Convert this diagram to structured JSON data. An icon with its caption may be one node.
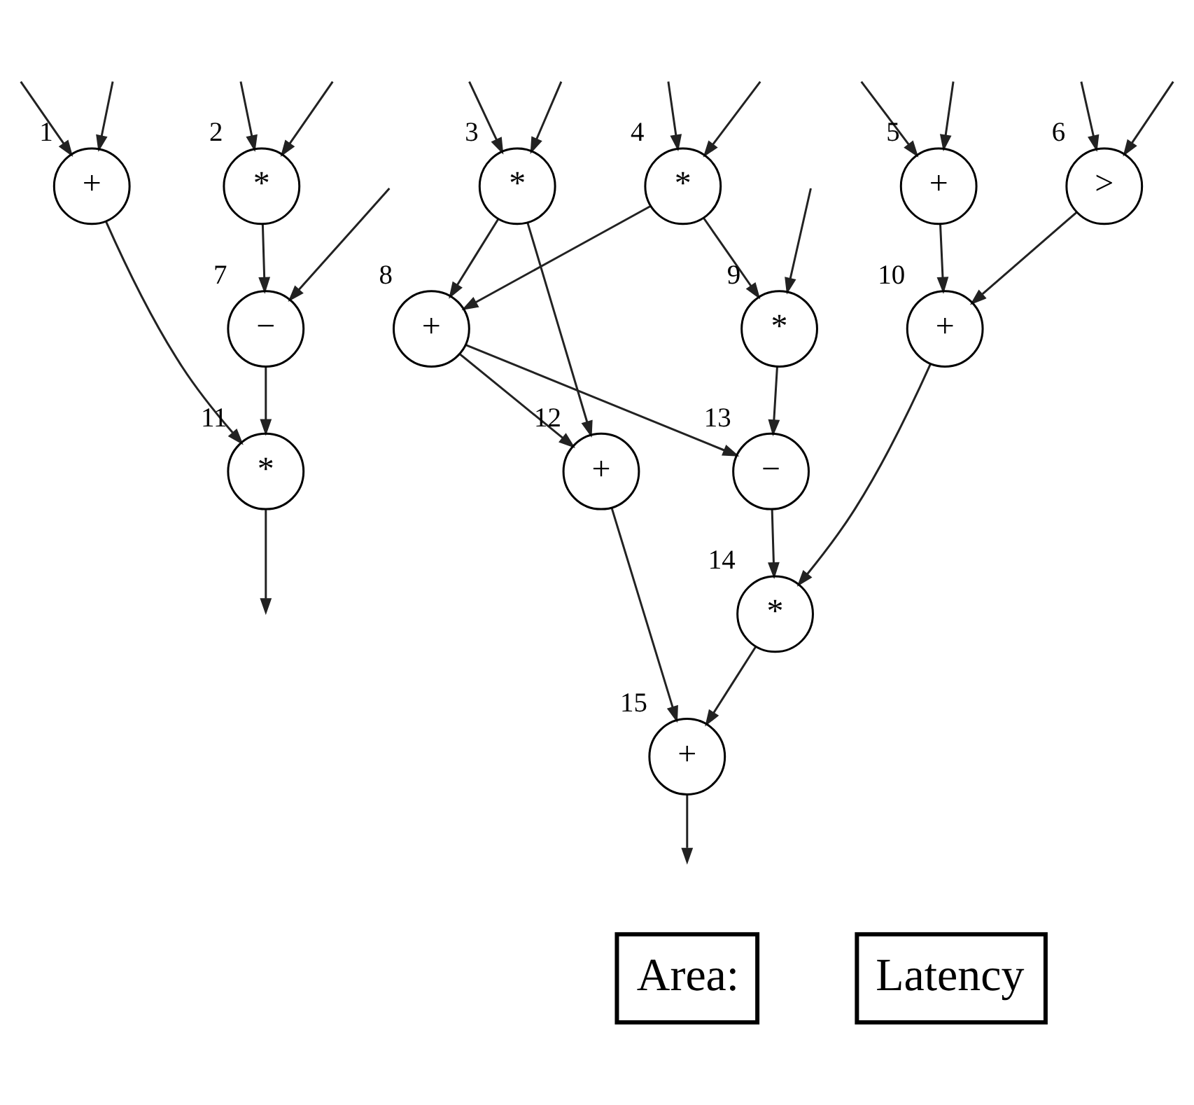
{
  "diagram": {
    "nodes": [
      {
        "text": [
          "+"
        ],
        "beside": [
          "1"
        ]
      },
      {
        "text": [
          "*"
        ],
        "beside": [
          "2"
        ]
      },
      {
        "text": [
          "*"
        ],
        "beside": [
          "3"
        ]
      },
      {
        "text": [
          "*"
        ],
        "beside": [
          "4"
        ]
      },
      {
        "text": [
          "+"
        ],
        "beside": [
          "5"
        ]
      },
      {
        "text": [
          ">"
        ],
        "beside": [
          "6"
        ]
      },
      {
        "text": [
          "−"
        ],
        "beside": [
          "7"
        ]
      },
      {
        "text": [
          "+"
        ],
        "beside": [
          "8"
        ]
      },
      {
        "text": [
          "*"
        ],
        "beside": [
          "9"
        ]
      },
      {
        "text": [
          "+"
        ],
        "beside": [
          "10"
        ]
      },
      {
        "text": [
          "*"
        ],
        "beside": [
          "11"
        ]
      },
      {
        "text": [
          "+"
        ],
        "beside": [
          "12"
        ]
      },
      {
        "text": [
          "−"
        ],
        "beside": [
          "13"
        ]
      },
      {
        "text": [
          "*"
        ],
        "beside": [
          "14"
        ]
      },
      {
        "text": [
          "+"
        ],
        "beside": [
          "15"
        ]
      }
    ],
    "edges": [
      {
        "from": null,
        "to": 0,
        "arrow": "to"
      },
      {
        "from": null,
        "to": 0,
        "arrow": "to"
      },
      {
        "from": null,
        "to": 1,
        "arrow": "to"
      },
      {
        "from": null,
        "to": 1,
        "arrow": "to"
      },
      {
        "from": null,
        "to": 6,
        "arrow": "to"
      },
      {
        "from": null,
        "to": 2,
        "arrow": "to"
      },
      {
        "from": null,
        "to": 2,
        "arrow": "to"
      },
      {
        "from": null,
        "to": 3,
        "arrow": "to"
      },
      {
        "from": null,
        "to": 3,
        "arrow": "to"
      },
      {
        "from": null,
        "to": 8,
        "arrow": "to"
      },
      {
        "from": null,
        "to": 4,
        "arrow": "to"
      },
      {
        "from": null,
        "to": 4,
        "arrow": "to"
      },
      {
        "from": null,
        "to": 5,
        "arrow": "to"
      },
      {
        "from": null,
        "to": 5,
        "arrow": "to"
      },
      {
        "from": 1,
        "to": 6,
        "arrow": "to"
      },
      {
        "from": 2,
        "to": 7,
        "arrow": "to"
      },
      {
        "from": 3,
        "to": 7,
        "arrow": "to"
      },
      {
        "from": 3,
        "to": 8,
        "arrow": "to"
      },
      {
        "from": 4,
        "to": 9,
        "arrow": "to"
      },
      {
        "from": 5,
        "to": 9,
        "arrow": "to"
      },
      {
        "from": 0,
        "to": 10,
        "arrow": "to"
      },
      {
        "from": 6,
        "to": 10,
        "arrow": "to"
      },
      {
        "from": 2,
        "to": 11,
        "arrow": "to"
      },
      {
        "from": 7,
        "to": 11,
        "arrow": "to"
      },
      {
        "from": 7,
        "to": 12,
        "arrow": "to"
      },
      {
        "from": 8,
        "to": 12,
        "arrow": "to"
      },
      {
        "from": 12,
        "to": 13,
        "arrow": "to"
      },
      {
        "from": 9,
        "to": 13,
        "arrow": "to"
      },
      {
        "from": 11,
        "to": 14,
        "arrow": "to"
      },
      {
        "from": 13,
        "to": 14,
        "arrow": "to"
      },
      {
        "from": 10,
        "to": null,
        "arrow": "to"
      },
      {
        "from": 14,
        "to": null,
        "arrow": "to"
      }
    ],
    "labels": [
      "Area:",
      "Latency"
    ]
  }
}
